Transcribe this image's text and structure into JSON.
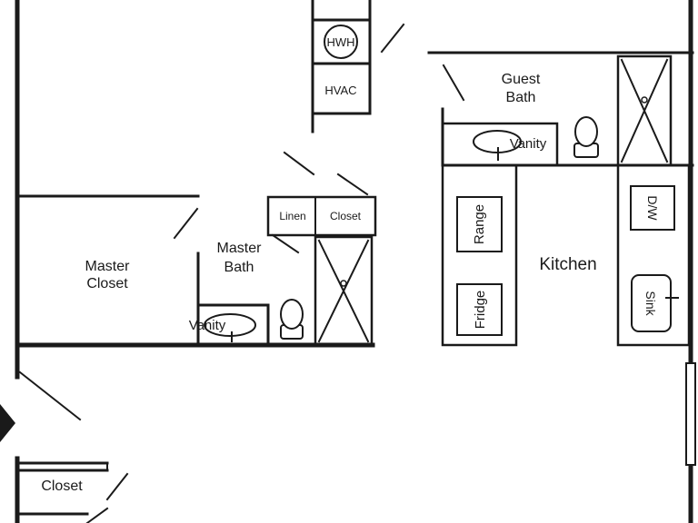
{
  "rooms": {
    "master_closet": [
      "Master",
      "Closet"
    ],
    "master_bath": [
      "Master",
      "Bath"
    ],
    "guest_bath": [
      "Guest",
      "Bath"
    ],
    "kitchen": "Kitchen",
    "closet": "Closet"
  },
  "fixtures": {
    "hwh": "HWH",
    "hvac": "HVAC",
    "linen": "Linen",
    "closet_small": "Closet",
    "vanity_master": "Vanity",
    "vanity_guest": "Vanity",
    "range": "Range",
    "fridge": "Fridge",
    "dishwasher": "D/W",
    "sink": "Sink"
  }
}
